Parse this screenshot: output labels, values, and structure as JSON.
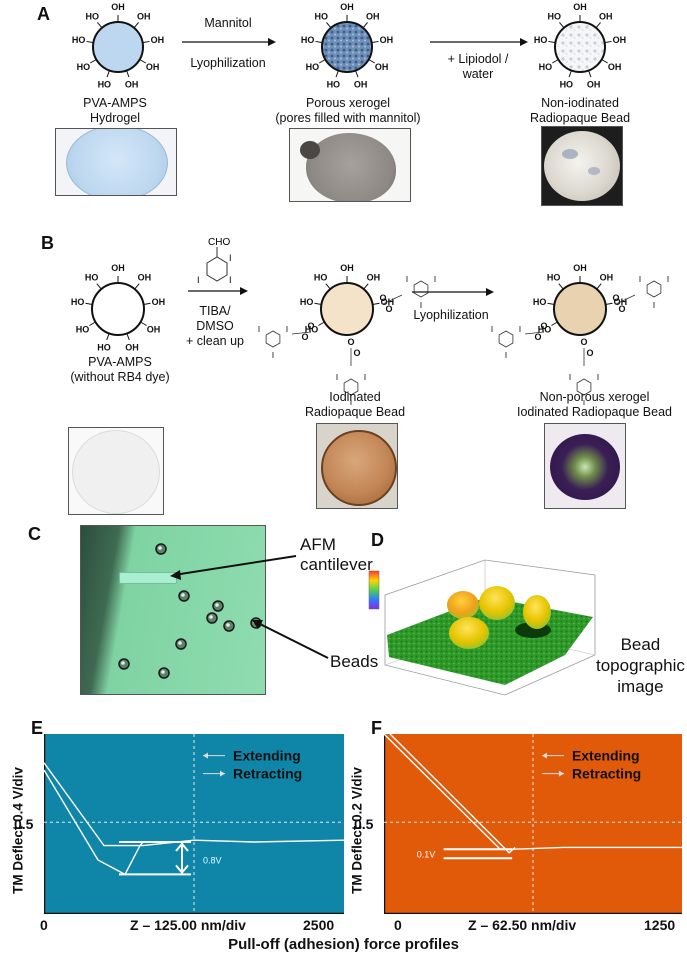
{
  "colors": {
    "hydrogel": "#bcd7ef",
    "xerogel": "#6f8fb7",
    "iodinated": "#f5e3c9",
    "panel_e_bg": "#0f86a8",
    "panel_f_bg": "#e05a0a",
    "afm_bg": "#7fd3a3"
  },
  "panelA": {
    "label": "A",
    "arrow1_top": "Mannitol",
    "arrow1_bottom": "Lyophilization",
    "arrow2_label": "+ Lipiodol /\nwater",
    "oh": "OH",
    "ho": "HO",
    "cap1": "PVA-AMPS\nHydrogel",
    "cap2": "Porous xerogel\n(pores filled with mannitol)",
    "cap3": "Non-iodinated\nRadiopaque Bead"
  },
  "panelB": {
    "label": "B",
    "cho": "CHO",
    "iodine": "I",
    "oxygen": "O",
    "arrow1_label": "TIBA/\nDMSO\n+ clean up",
    "arrow2_label": "Lyophilization",
    "cap1": "PVA-AMPS\n(without RB4 dye)",
    "cap2": "Iodinated\nRadiopaque Bead",
    "cap3": "Non-porous xerogel\nIodinated Radiopaque Bead"
  },
  "panelC": {
    "label": "C",
    "cantilever": "AFM\ncantilever",
    "beads": "Beads"
  },
  "panelD": {
    "label": "D",
    "caption": "Bead\ntopographic\nimage"
  },
  "panelE": {
    "label": "E",
    "ylabel": "TM Deflect 0.4 V/div",
    "xlabel": "Z – 125.00 nm/div",
    "x_min": "0",
    "x_max": "2500",
    "y_tick": "0.5",
    "legend_extend": "Extending",
    "legend_retract": "Retracting",
    "annotation": "0.8V"
  },
  "panelF": {
    "label": "F",
    "ylabel": "TM Deflect 0.2 V/div",
    "xlabel": "Z – 62.50 nm/div",
    "x_min": "0",
    "x_max": "1250",
    "y_tick": "0.5",
    "legend_extend": "Extending",
    "legend_retract": "Retracting",
    "annotation": "0.1V"
  },
  "footer": "Pull-off (adhesion) force profiles"
}
